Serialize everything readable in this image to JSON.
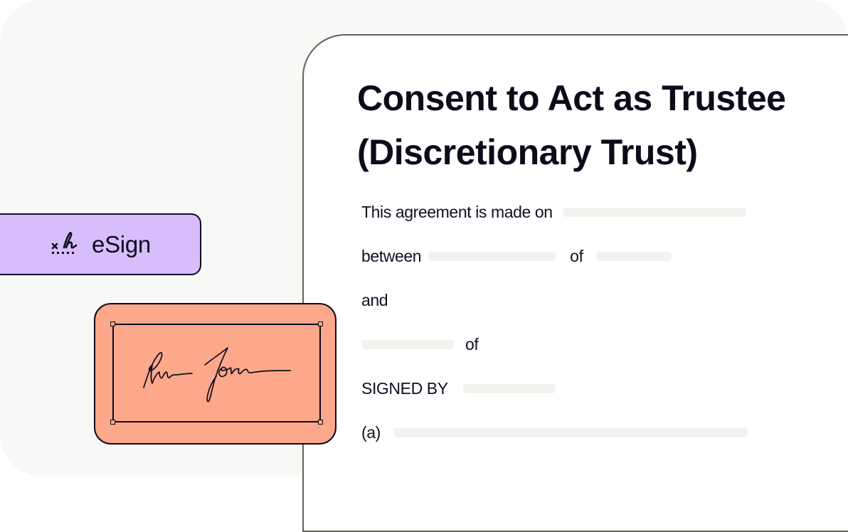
{
  "document": {
    "title_line1": "Consent to Act as Trustee",
    "title_line2": "(Discretionary Trust)",
    "lines": [
      {
        "text": "This agreement is made on",
        "blank_after": true
      },
      {
        "text": "between",
        "mid_text": "of"
      },
      {
        "text": "and"
      },
      {
        "text": "of"
      },
      {
        "text": "SIGNED BY"
      },
      {
        "text": "(a)"
      }
    ]
  },
  "esign_badge": {
    "label": "eSign",
    "icon": "signature-icon",
    "background": "#d8bdfd"
  },
  "signature_card": {
    "icon": "handwritten-signature",
    "background": "#fda88a"
  },
  "colors": {
    "page_background": "#f8f8f6",
    "document_background": "#ffffff",
    "document_border": "#5f6158",
    "text": "#0b0b1a",
    "blank_field": "#f2f2ee"
  }
}
